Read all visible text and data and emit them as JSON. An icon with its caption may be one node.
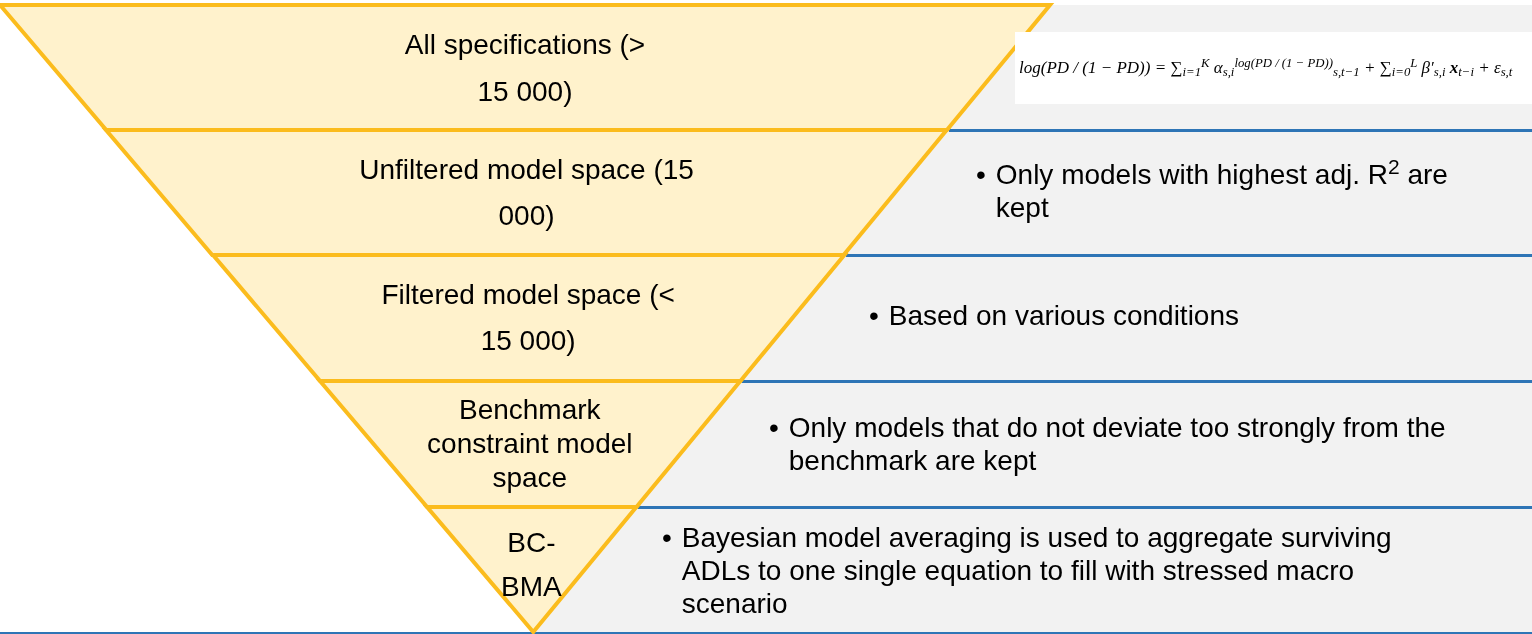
{
  "diagram": {
    "nodes": [
      {
        "text": [
          "All specifications (> 15 000)"
        ]
      },
      {
        "text": [
          "Unfiltered model space (15 000)"
        ]
      },
      {
        "text": [
          "Filtered model space (< 15 000)"
        ]
      },
      {
        "text": [
          "Benchmark constraint model space"
        ]
      },
      {
        "text": [
          "BC-BMA"
        ]
      },
      {
        "text": [
          "log(PD / (1 − PD)) = ∑$_{i=1}$$^{K}$ α$_{s,i}$$^{log(PD / (1 − PD))}$$_{s,t−1}$ + ∑$_{i=0}$$^{L}$ β′$_{s,i}$ **x**$_{t−i}$ + ε$_{s,t}$"
        ]
      },
      {
        "text": [
          "•",
          "Only models with highest adj. R$^{2}$ are kept"
        ]
      },
      {
        "text": [
          "•",
          "Based on various conditions"
        ]
      },
      {
        "text": [
          "•",
          "Only models that do not deviate too strongly from the benchmark are kept"
        ]
      },
      {
        "text": [
          "•",
          "Bayesian model averaging is used to aggregate surviving ADLs to one single equation to fill with stressed macro scenario"
        ]
      }
    ],
    "edges": []
  }
}
